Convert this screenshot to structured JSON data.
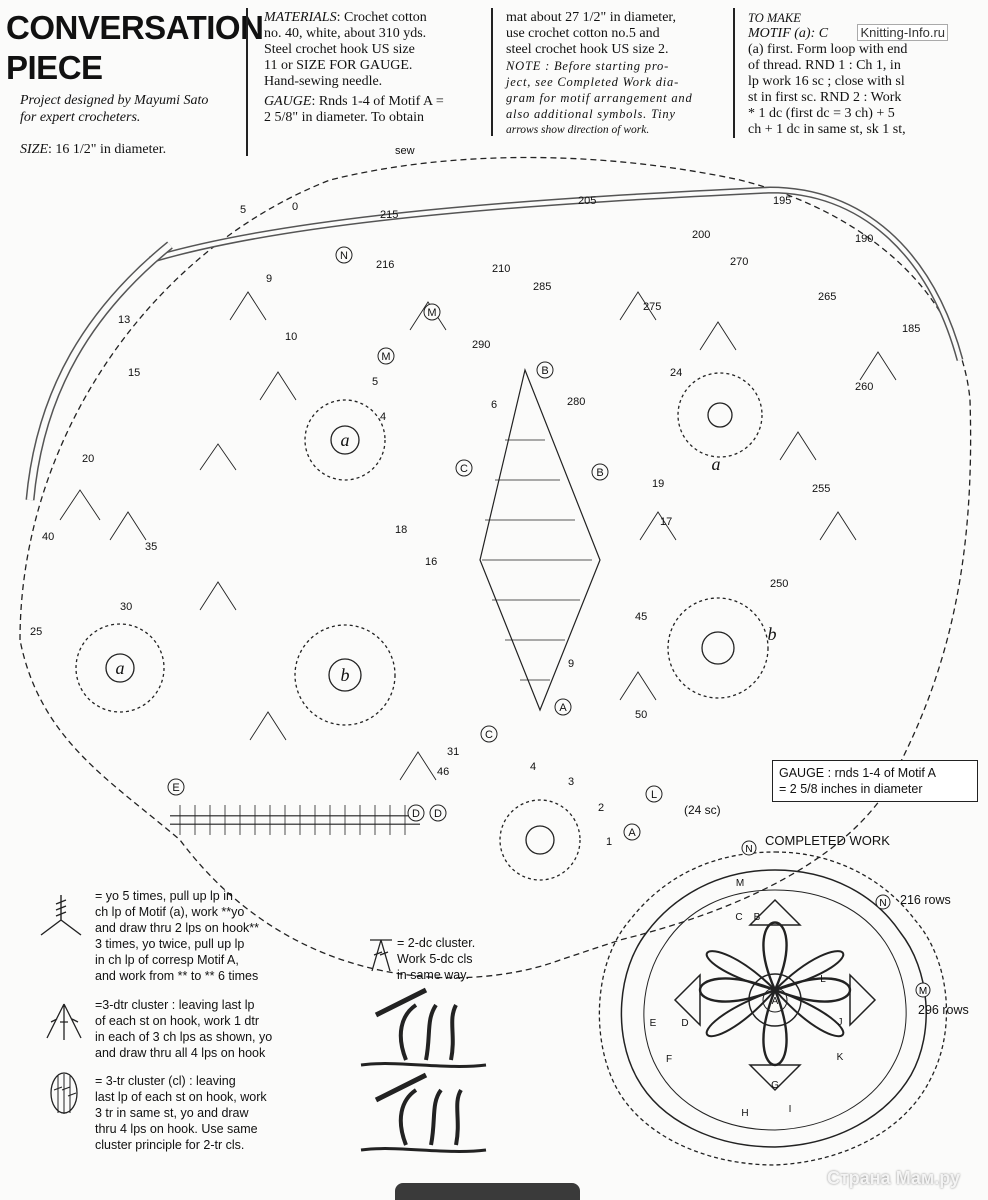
{
  "header": {
    "title_line1": "CONVERSATION",
    "title_line2": "PIECE",
    "designer_line1": "Project designed by Mayumi Sato",
    "designer_line2": "for expert crocheters.",
    "size_label": "SIZE",
    "size_value": ": 16 1/2\" in diameter."
  },
  "col2": {
    "materials_label": "MATERIALS",
    "materials_text1": ": Crochet cotton",
    "materials_text2": "no. 40, white, about 310 yds.",
    "materials_text3": "Steel crochet hook US size",
    "materials_text4": "11 or SIZE FOR GAUGE.",
    "materials_text5": "Hand-sewing needle.",
    "gauge_label": "GAUGE",
    "gauge_text1": ": Rnds 1-4 of Motif A =",
    "gauge_text2": "2 5/8\" in diameter. To obtain"
  },
  "col3": {
    "line1": "mat about 27 1/2\" in diameter,",
    "line2": "use crochet cotton no.5 and",
    "line3": "steel crochet hook US size 2.",
    "note1": "NOTE : Before starting pro-",
    "note2": "ject, see Completed Work dia-",
    "note3": "gram for motif arrangement and",
    "note4": "also additional symbols. Tiny",
    "note5": "arrows show direction of work."
  },
  "col4": {
    "heading": "TO MAKE",
    "line1": "MOTIF (a): C",
    "line2": "(a) first. Form loop with end",
    "line3": "of thread. RND 1 : Ch 1, in",
    "line4": "lp work 16 sc ; close with sl",
    "line5": "st in first sc. RND 2 : Work",
    "line6": "* 1 dc (first dc = 3 ch) + 5",
    "line7": "ch + 1 dc in same st, sk 1 st,"
  },
  "watermark": "Knitting-Info.ru",
  "diagram": {
    "sew_label": "sew",
    "row_numbers": [
      "5",
      "0",
      "215",
      "205",
      "200",
      "195",
      "190",
      "185",
      "216",
      "210",
      "285",
      "270",
      "265",
      "260",
      "275",
      "280",
      "290",
      "255",
      "250",
      "10",
      "13",
      "15",
      "20",
      "25",
      "30",
      "35",
      "40",
      "45",
      "18",
      "16",
      "17",
      "19",
      "24",
      "6",
      "9",
      "4",
      "3",
      "2",
      "1",
      "31",
      "46",
      "50",
      "5",
      "9",
      "4"
    ],
    "letter_markers": [
      "N",
      "M",
      "M",
      "B",
      "B",
      "C",
      "C",
      "A",
      "E",
      "D",
      "D",
      "L",
      "A"
    ],
    "motif_labels": [
      "a",
      "a",
      "a",
      "b",
      "b"
    ],
    "sc_note": "(24 sc)",
    "colors": {
      "ink": "#222222",
      "paper": "#fbfbfa"
    }
  },
  "gauge_box": {
    "line1": "GAUGE : rnds 1-4 of Motif A",
    "line2": "= 2 5/8 inches in diameter"
  },
  "completed_work": {
    "title": "COMPLETED WORK",
    "rows_216": "216 rows",
    "rows_296": "296 rows",
    "marker_n": "N",
    "marker_m": "M",
    "inner_letters": [
      "A",
      "B",
      "C",
      "D",
      "E",
      "F",
      "G",
      "H",
      "I",
      "J",
      "K",
      "L",
      "M"
    ]
  },
  "legend": {
    "sym1": [
      "= yo 5 times, pull up lp in",
      "ch lp of Motif (a), work **yo",
      "and draw thru 2 lps on hook**",
      "3 times, yo twice, pull up lp",
      "in ch lp of corresp Motif A,",
      "and work from ** to ** 6 times"
    ],
    "sym2": [
      "=3-dtr cluster : leaving last lp",
      "of each st on hook, work 1 dtr",
      "in each of 3 ch lps as shown, yo",
      "and draw thru all 4 lps on hook"
    ],
    "sym3": [
      "= 3-tr cluster (cl) : leaving",
      "last lp of each st on hook, work",
      "3 tr in same st, yo and draw",
      "thru 4 lps on hook. Use same",
      "cluster principle for 2-tr cls."
    ],
    "sym4": [
      "= 2-dc cluster.",
      "Work 5-dc cls",
      "in same way."
    ]
  },
  "footer_mark": "Страна Мам.ру"
}
